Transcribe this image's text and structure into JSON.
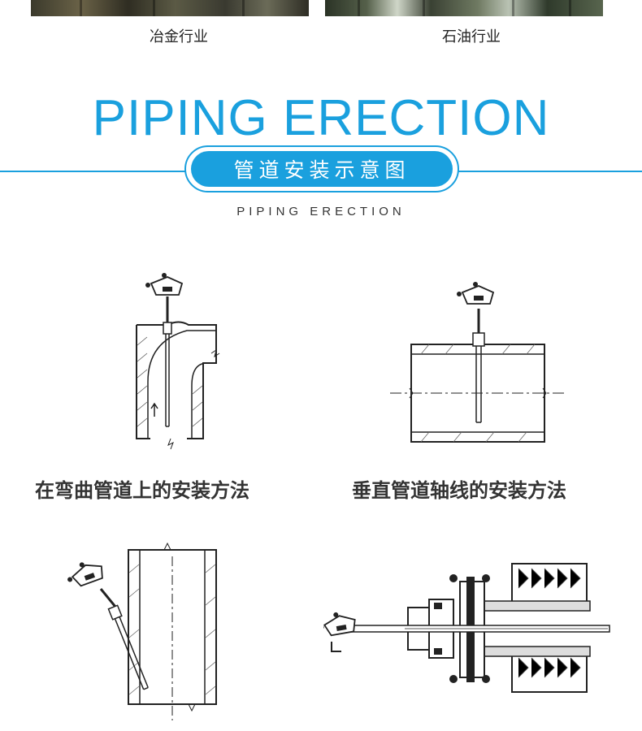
{
  "industries": [
    {
      "label": "冶金行业"
    },
    {
      "label": "石油行业"
    }
  ],
  "section": {
    "title_en": "PIPING ERECTION",
    "title_cn": "管道安装示意图",
    "subtitle_en": "PIPING ERECTION"
  },
  "methods": [
    {
      "label": "在弯曲管道上的安装方法"
    },
    {
      "label": "垂直管道轴线的安装方法"
    }
  ],
  "colors": {
    "accent": "#1aa0de",
    "text": "#333333"
  }
}
